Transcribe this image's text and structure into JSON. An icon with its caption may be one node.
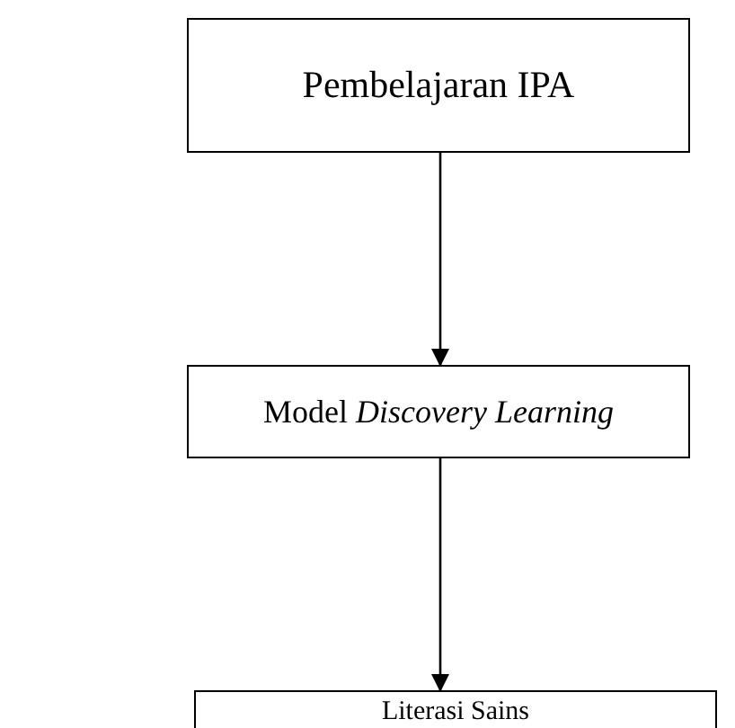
{
  "diagram": {
    "nodes": [
      {
        "text": [
          "Pembelajaran IPA"
        ]
      },
      {
        "text": [
          "Model *Discovery Learning*"
        ]
      },
      {
        "text": [
          "Literasi Sains"
        ]
      }
    ],
    "edges": [
      {
        "from": 0,
        "to": 1,
        "arrow": "to"
      },
      {
        "from": 1,
        "to": 2,
        "arrow": "to"
      }
    ]
  }
}
